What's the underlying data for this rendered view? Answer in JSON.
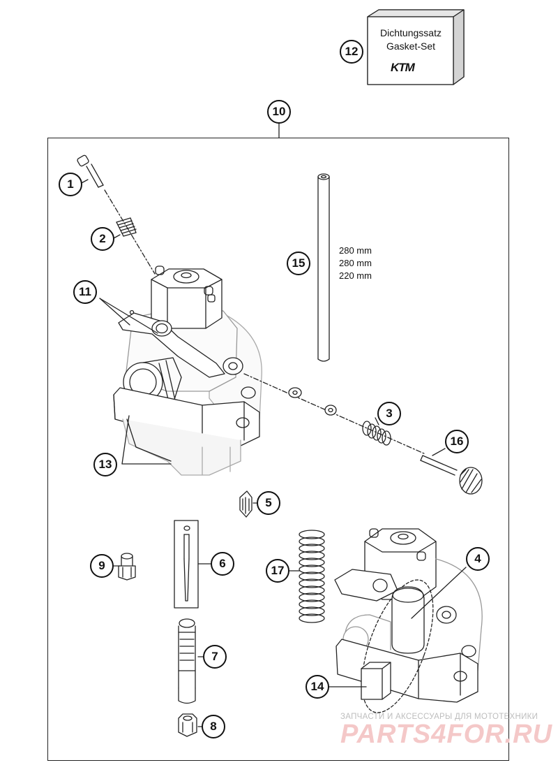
{
  "gasket_set": {
    "line1": "Dichtungssatz",
    "line2": "Gasket-Set",
    "brand": "KTM"
  },
  "callouts": {
    "c1": "1",
    "c2": "2",
    "c3": "3",
    "c4": "4",
    "c5": "5",
    "c6": "6",
    "c7": "7",
    "c8": "8",
    "c9": "9",
    "c10": "10",
    "c11": "11",
    "c12": "12",
    "c13": "13",
    "c14": "14",
    "c15": "15",
    "c16": "16",
    "c17": "17"
  },
  "tube_lengths": [
    "280 mm",
    "280 mm",
    "220 mm"
  ],
  "watermark": {
    "line1": "ЗАПЧАСТИ И АКСЕССУАРЫ ДЛЯ МОТОТЕХНИКИ",
    "line2": "PARTS4FOR.RU"
  }
}
